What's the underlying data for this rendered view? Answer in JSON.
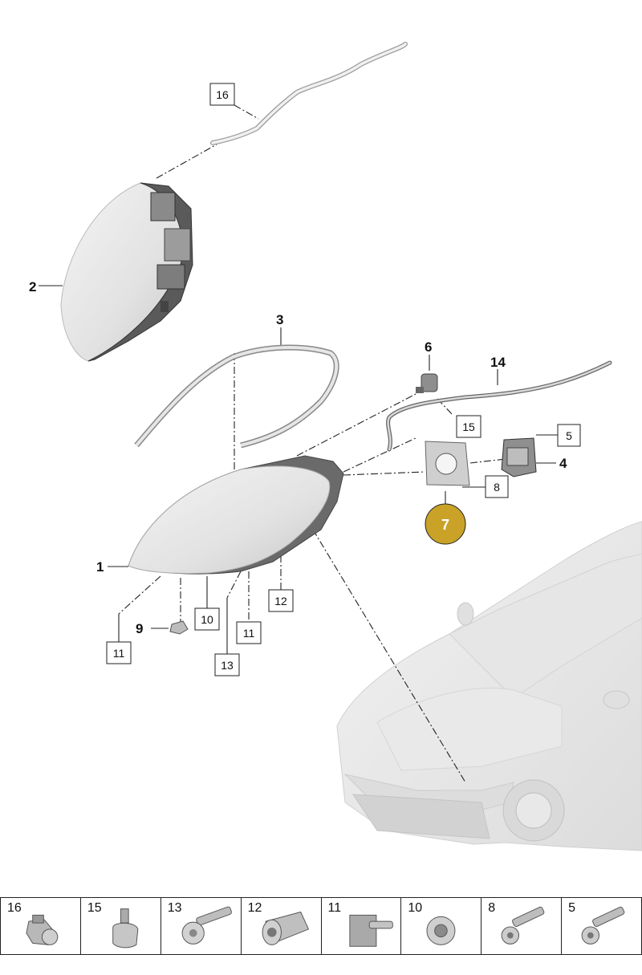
{
  "callouts": {
    "c1": "1",
    "c2": "2",
    "c3": "3",
    "c4": "4",
    "c5": "5",
    "c6": "6",
    "c7": "7",
    "c8": "8",
    "c9": "9",
    "c10": "10",
    "c11a": "11",
    "c11b": "11",
    "c12": "12",
    "c13": "13",
    "c14": "14",
    "c15": "15",
    "c16": "16"
  },
  "highlight_color": "#c9a227",
  "parts_strip": [
    {
      "num": "16",
      "icon": "cable-clip-icon"
    },
    {
      "num": "15",
      "icon": "hose-clip-icon"
    },
    {
      "num": "13",
      "icon": "screw-icon"
    },
    {
      "num": "12",
      "icon": "sleeve-nut-icon"
    },
    {
      "num": "11",
      "icon": "plate-screw-icon"
    },
    {
      "num": "10",
      "icon": "grommet-icon"
    },
    {
      "num": "8",
      "icon": "bolt-icon"
    },
    {
      "num": "5",
      "icon": "bolt-icon"
    }
  ]
}
